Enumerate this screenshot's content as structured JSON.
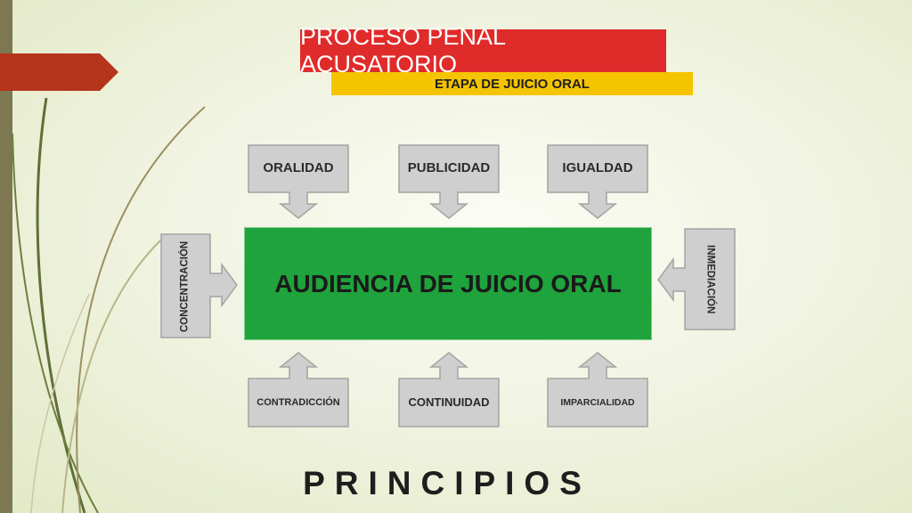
{
  "header": {
    "title": "PROCESO PENAL ACUSATORIO",
    "subtitle": "ETAPA DE JUICIO ORAL"
  },
  "center": {
    "label": "AUDIENCIA DE JUICIO ORAL"
  },
  "principles": {
    "top": [
      "ORALIDAD",
      "PUBLICIDAD",
      "IGUALDAD"
    ],
    "bottom": [
      "CONTRADICCIÓN",
      "CONTINUIDAD",
      "IMPARCIALIDAD"
    ],
    "left": "CONCENTRACIÓN",
    "right": "INMEDIACIÓN"
  },
  "footer": {
    "title": "PRINCIPIOS"
  },
  "colors": {
    "title_bg": "#e02b2b",
    "subtitle_bg": "#f5c400",
    "center_bg": "#1fa33c",
    "arrow_fill": "#cfcfcf",
    "side_bar": "#7d7752",
    "tab_accent": "#b5341c"
  }
}
